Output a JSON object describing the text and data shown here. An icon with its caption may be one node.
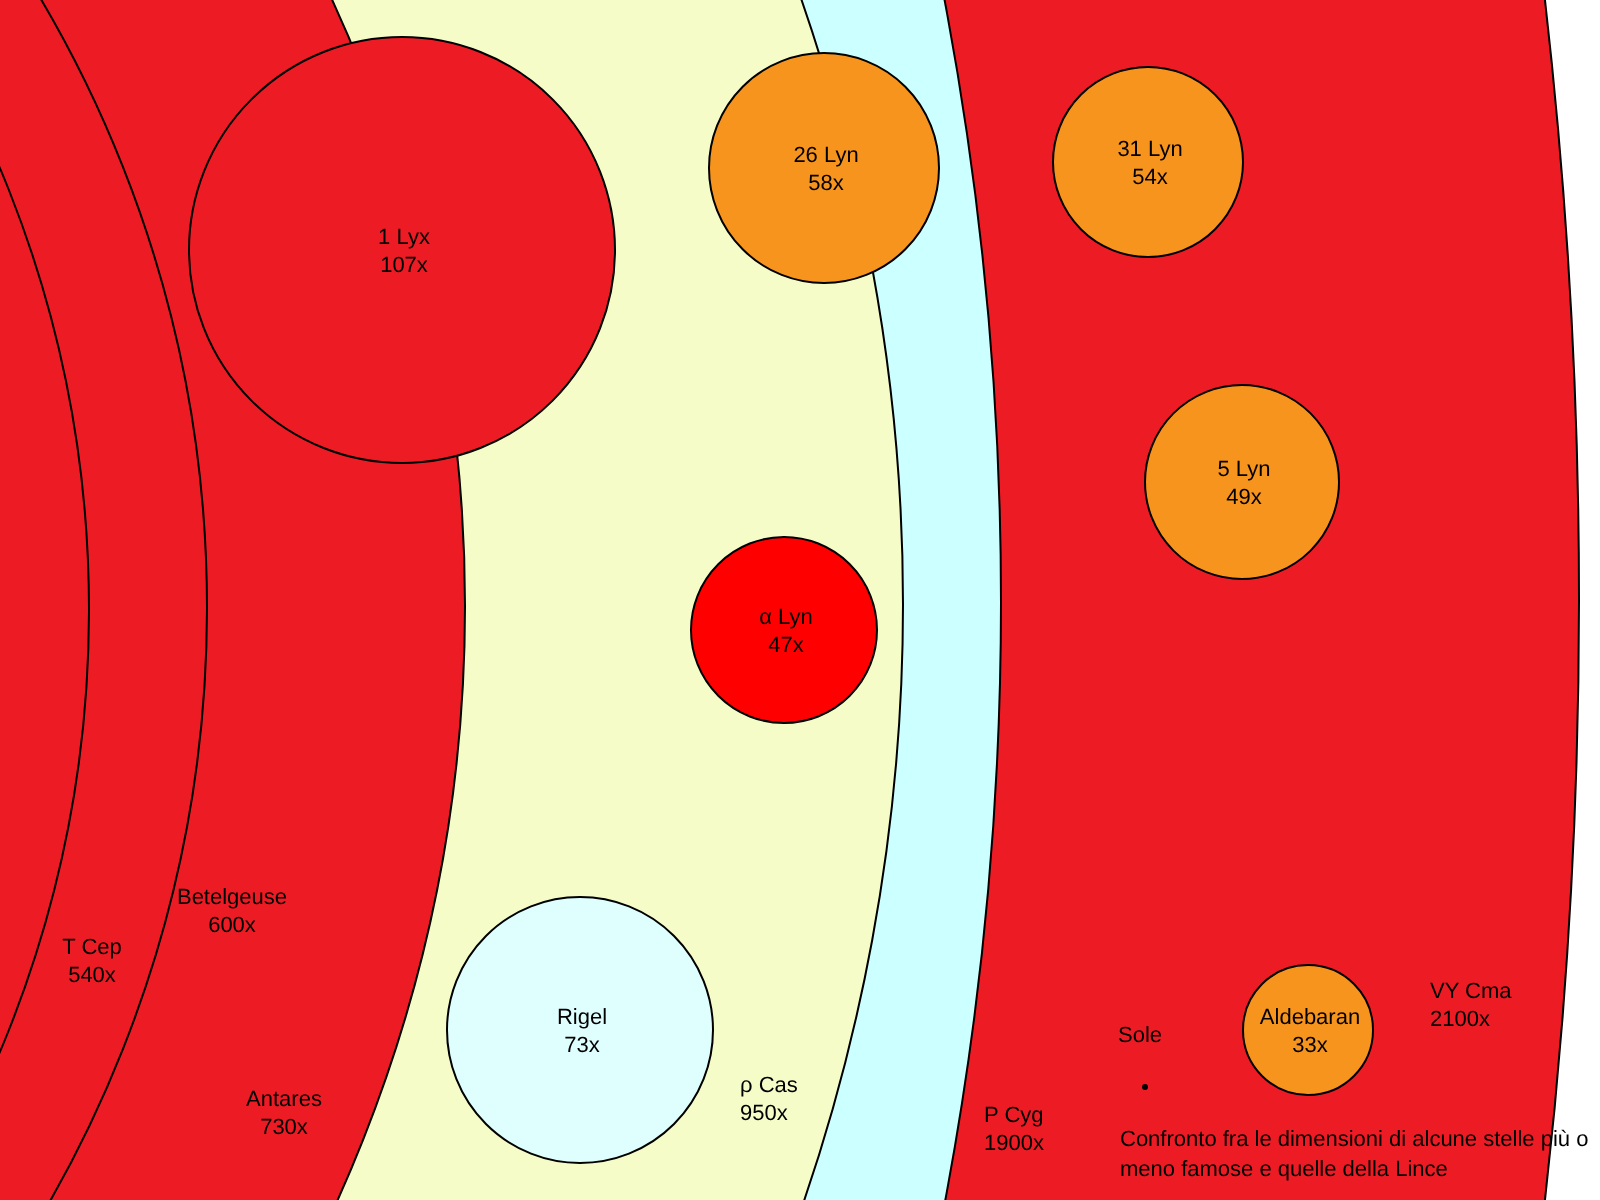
{
  "diagram": {
    "caption": "Confronto fra le dimensioni di alcune stelle più o meno famose e quelle della Lince",
    "nodes": [
      {
        "text": [
          "VY Cma",
          "2100x"
        ]
      },
      {
        "text": [
          "P Cyg",
          "1900x"
        ],
        "in": 0
      },
      {
        "text": [
          "ρ Cas",
          "950x"
        ],
        "in": 1
      },
      {
        "text": [
          "Antares",
          "730x"
        ],
        "in": 2
      },
      {
        "text": [
          "Betelgeuse",
          "600x"
        ],
        "in": 3
      },
      {
        "text": [
          "T Cep",
          "540x"
        ],
        "in": 4
      },
      {
        "text": [
          "1 Lyx",
          "107x"
        ],
        "in": 2
      },
      {
        "text": [
          "26 Lyn",
          "58x"
        ],
        "in": 1
      },
      {
        "text": [
          "31 Lyn",
          "54x"
        ],
        "in": 0
      },
      {
        "text": [
          "5 Lyn",
          "49x"
        ],
        "in": 0
      },
      {
        "text": [
          "α Lyn",
          "47x"
        ],
        "in": 2
      },
      {
        "text": [
          "Rigel",
          "73x"
        ],
        "in": 2
      },
      {
        "text": [
          "Sole"
        ],
        "in": 0
      },
      {
        "text": [
          "Aldebaran",
          "33x"
        ],
        "in": 0
      }
    ]
  }
}
